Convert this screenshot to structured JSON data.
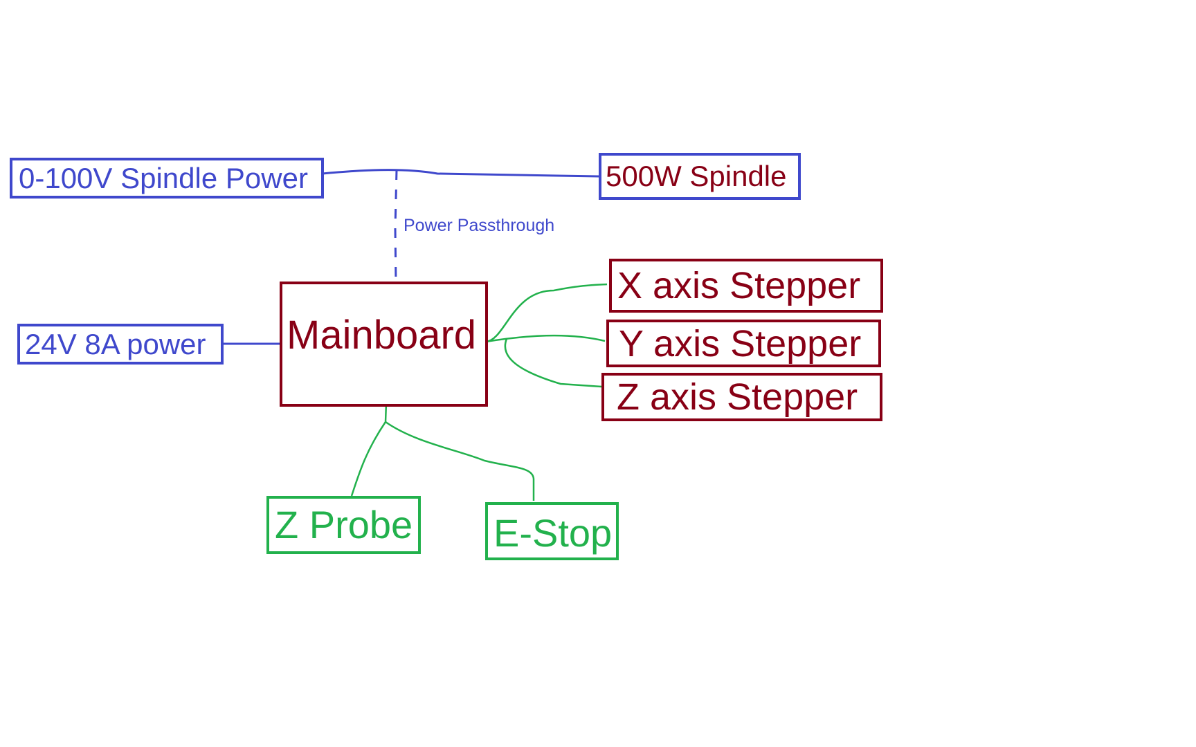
{
  "nodes": {
    "spindle_power": "0-100V Spindle Power",
    "spindle": "500W Spindle",
    "power_24v": "24V 8A power",
    "mainboard": "Mainboard",
    "x_stepper": "X axis Stepper",
    "y_stepper": "Y axis Stepper",
    "z_stepper": "Z axis Stepper",
    "z_probe": "Z Probe",
    "estop": "E-Stop"
  },
  "edges": {
    "passthrough_label": "Power Passthrough"
  },
  "colors": {
    "power": "#3f48cc",
    "component": "#880015",
    "io": "#22b14c"
  }
}
